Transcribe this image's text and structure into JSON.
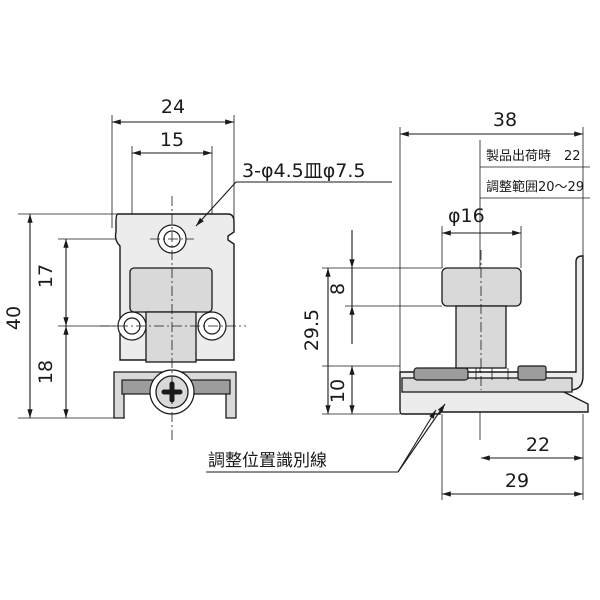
{
  "front_view": {
    "dim_width_total": "24",
    "dim_hole_pitch": "15",
    "dim_height_total": "40",
    "dim_upper": "17",
    "dim_lower": "18",
    "hole_callout": "3-φ4.5皿φ7.5"
  },
  "side_view": {
    "dim_length_total": "38",
    "note_line1": "製品出荷時　22",
    "note_line2": "調整範囲20～29",
    "dim_knob_dia": "φ16",
    "dim_knob_height": "8",
    "dim_center_height": "29.5",
    "dim_base_height": "10",
    "dim_adjust_default": "22",
    "dim_adjust_max": "29"
  },
  "label_adjust_line": "調整位置識別線"
}
